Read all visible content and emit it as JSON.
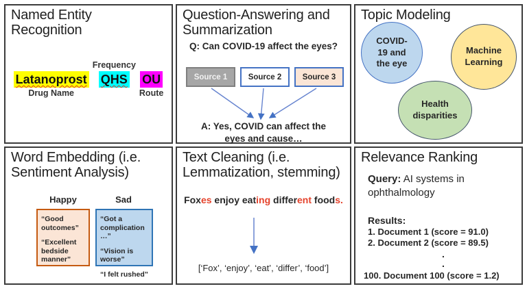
{
  "colors": {
    "panel_border": "#3b3b3b",
    "highlight_yellow": "#ffff00",
    "highlight_cyan": "#00ffff",
    "highlight_magenta": "#ff00ff",
    "squiggle_red": "#e33020",
    "suffix_red": "#e5432c",
    "arrow_blue": "#4472c4",
    "source1_fill": "#a6a6a6",
    "source3_fill": "#fbe5d6",
    "circle_blue": "#bdd7ee",
    "circle_yellow": "#ffe699",
    "circle_green": "#c5e0b4",
    "happy_fill": "#fbe5d6",
    "happy_border": "#c55a11",
    "sad_fill": "#bdd7ee",
    "sad_border": "#2e74b5"
  },
  "panels": {
    "ner": {
      "title": "Named Entity Recognition",
      "frequency_label": "Frequency",
      "drug": {
        "text": "Latanoprost",
        "label": "Drug Name"
      },
      "frequency": {
        "text": "QHS"
      },
      "route": {
        "text": "OU",
        "label": "Route"
      }
    },
    "qa": {
      "title": "Question-Answering and Summarization",
      "question": "Q: Can COVID-19 affect the eyes?",
      "sources": [
        {
          "label": "Source 1"
        },
        {
          "label": "Source 2"
        },
        {
          "label": "Source 3"
        }
      ],
      "answer_line1": "A: Yes, COVID can affect the",
      "answer_line2": "eyes and cause…"
    },
    "topics": {
      "title": "Topic Modeling",
      "circles": [
        {
          "text": "COVID-\n19 and\nthe eye"
        },
        {
          "text": "Machine\nLearning"
        },
        {
          "text": "Health\ndisparities"
        }
      ]
    },
    "embedding": {
      "title": "Word Embedding (i.e. Sentiment Analysis)",
      "happy": {
        "label": "Happy",
        "items": [
          "“Good outcomes”",
          "“Excellent bedside manner”"
        ]
      },
      "sad": {
        "label": "Sad",
        "items": [
          "“Got a complication …”",
          "“Vision is worse”",
          "“I felt rushed”"
        ]
      }
    },
    "cleaning": {
      "title": "Text Cleaning (i.e. Lemmatization, stemming)",
      "segments": [
        {
          "text": "Fox"
        },
        {
          "text": "es"
        },
        {
          "text": " enjoy eat"
        },
        {
          "text": "ing"
        },
        {
          "text": " differ"
        },
        {
          "text": "ent"
        },
        {
          "text": " food"
        },
        {
          "text": "s."
        }
      ],
      "result": "[‘Fox’, ‘enjoy’, ‘eat’, ‘differ’, ‘food’]"
    },
    "ranking": {
      "title": "Relevance Ranking",
      "query_label": "Query:",
      "query_text": " AI systems in ophthalmology",
      "results_label": "Results:",
      "items": [
        "1. Document 1 (score = 91.0)",
        "2. Document 2 (score = 89.5)"
      ],
      "dot": ".",
      "last_item": "100. Document 100 (score = 1.2)"
    }
  }
}
